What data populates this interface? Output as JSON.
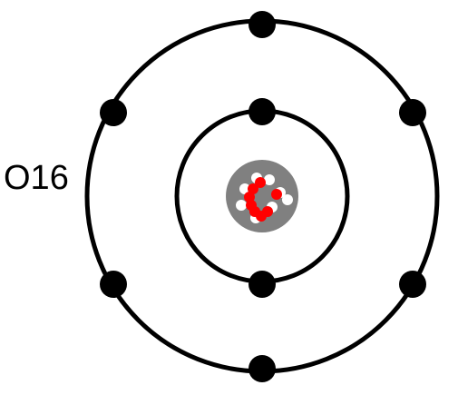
{
  "label": "O16",
  "element": "oxygen",
  "mass_number": 16,
  "shells": [
    {
      "name": "inner-shell",
      "electron_count": 2
    },
    {
      "name": "outer-shell",
      "electron_count": 6
    }
  ],
  "nucleus": {
    "protons": 8,
    "neutrons": 8
  },
  "colors": {
    "orbit": "#000000",
    "electron": "#000000",
    "nucleus_cloud": "#808080",
    "proton": "#ff0000",
    "neutron": "#ffffff"
  }
}
